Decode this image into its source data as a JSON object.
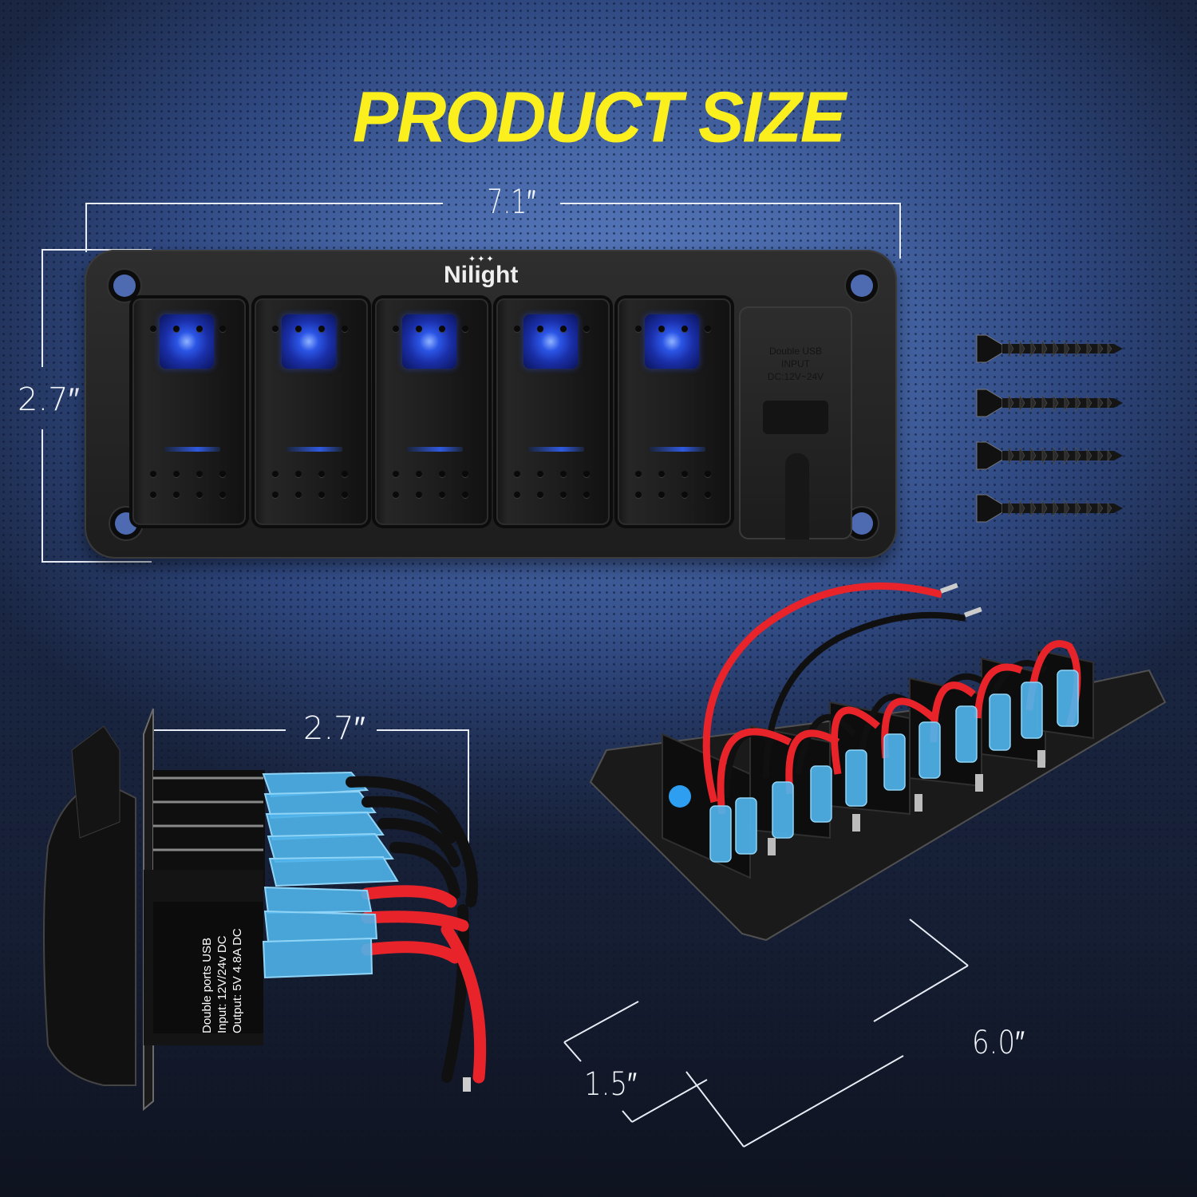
{
  "title": "PRODUCT SIZE",
  "colors": {
    "title": "#fbef1e",
    "background_light": "#5d7fc4",
    "background_dark": "#1a2642",
    "led": "#2b55e6",
    "terminal_blue": "#4fb3ea",
    "wire_red": "#e8242a",
    "wire_black": "#111111"
  },
  "front_view": {
    "width_label": "7.1″",
    "height_label": "2.7″",
    "brand": "Nilight",
    "switch_count": 5,
    "usb_module": {
      "line1": "Double USB",
      "line2": "INPUT",
      "line3": "DC:12V~24V"
    }
  },
  "accessories": {
    "screws": 4
  },
  "side_view": {
    "depth_label": "2.7″",
    "usb_label": {
      "line1": "Double ports USB",
      "line2": "Input:   12V/24v DC",
      "line3": "Output: 5V 4.8A DC"
    }
  },
  "iso_view": {
    "length_label": "6.0″",
    "width_label": "1.5″"
  }
}
